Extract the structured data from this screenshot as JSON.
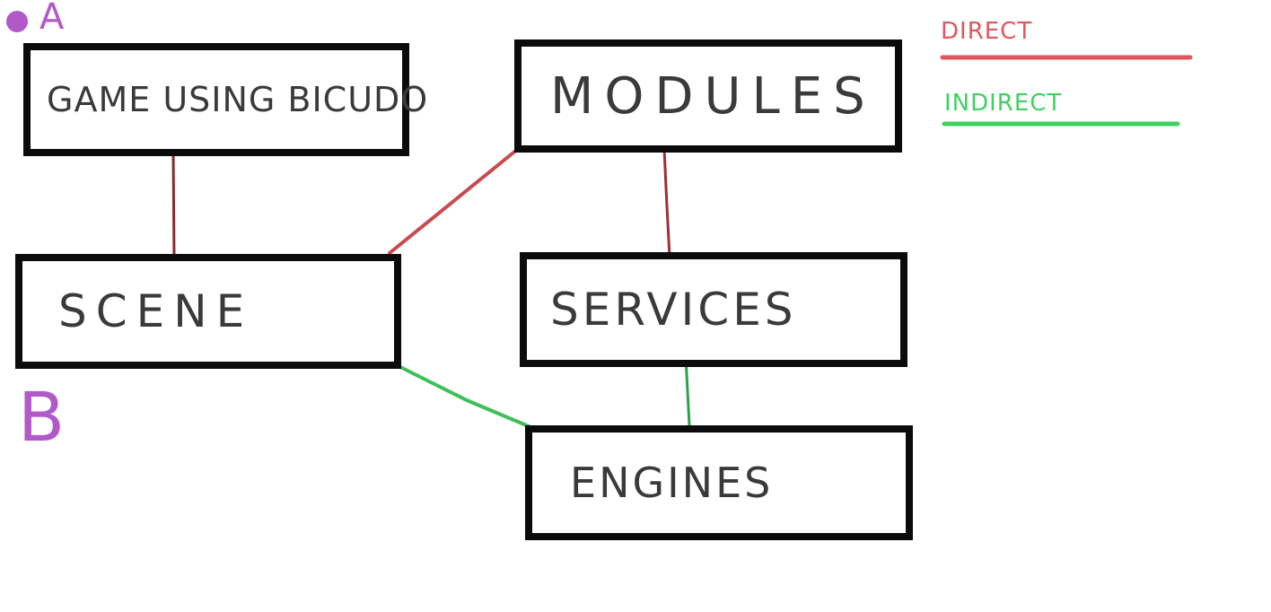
{
  "markers": {
    "a_label": "A",
    "b_label": "B",
    "color": "#b259c9"
  },
  "legend": {
    "direct_label": "DIRECT",
    "direct_color": "#e0565b",
    "indirect_label": "INDIRECT",
    "indirect_color": "#3fd160"
  },
  "nodes": {
    "game": "GAME USING BICUDO",
    "modules": "MODULES",
    "scene": "SCENE",
    "services": "SERVICES",
    "engines": "ENGINES"
  },
  "edges": [
    {
      "from": "game",
      "to": "scene",
      "type": "direct"
    },
    {
      "from": "modules",
      "to": "scene",
      "type": "direct"
    },
    {
      "from": "modules",
      "to": "services",
      "type": "direct"
    },
    {
      "from": "scene",
      "to": "engines",
      "type": "indirect"
    },
    {
      "from": "services",
      "to": "engines",
      "type": "indirect"
    }
  ]
}
